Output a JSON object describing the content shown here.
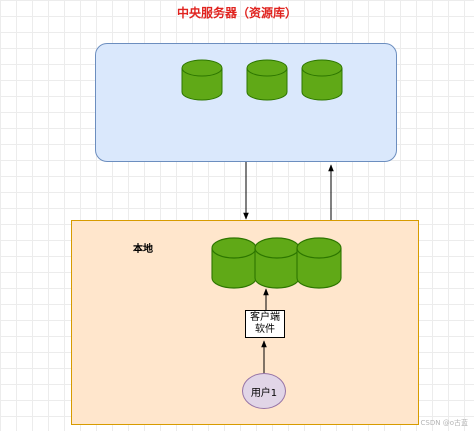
{
  "title": "中央服务器（资源库）",
  "local_label": "本地",
  "client": {
    "line1": "客户端",
    "line2": "软件"
  },
  "user": {
    "label": "用户1"
  },
  "watermark": "CSDN @o古蓝",
  "colors": {
    "title": "#e0231f",
    "server_fill": "#dae8fc",
    "server_border": "#6c8ebf",
    "local_fill": "#ffe6cc",
    "local_border": "#d79b00",
    "database_fill": "#60a917",
    "database_border": "#2d7600",
    "user_fill": "#e1d5e7",
    "user_border": "#9673a6"
  },
  "server_databases": [
    "database-icon",
    "database-icon",
    "database-icon"
  ],
  "local_databases": [
    "database-icon",
    "database-icon",
    "database-icon"
  ]
}
